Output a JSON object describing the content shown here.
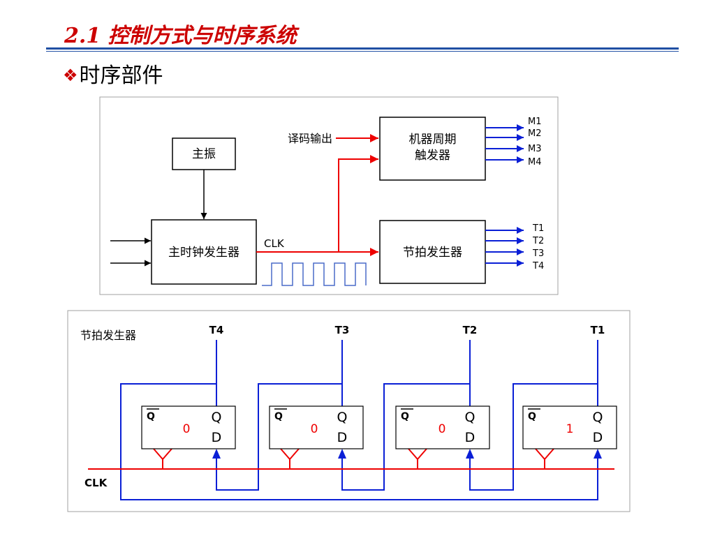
{
  "header": {
    "title": "2.1 控制方式与时序系统",
    "subtitle_bullet": "❖",
    "subtitle": "时序部件"
  },
  "upper_diagram": {
    "oscillator": "主振",
    "main_clock_gen": "主时钟发生器",
    "clk_label": "CLK",
    "decode_output": "译码输出",
    "machine_cycle_line1": "机器周期",
    "machine_cycle_line2": "触发器",
    "beat_gen": "节拍发生器",
    "m_outputs": [
      "M1",
      "M2",
      "M3",
      "M4"
    ],
    "t_outputs": [
      "T1",
      "T2",
      "T3",
      "T4"
    ]
  },
  "lower_diagram": {
    "label": "节拍发生器",
    "clk_label": "CLK",
    "taps": [
      "T4",
      "T3",
      "T2",
      "T1"
    ],
    "flipflops": [
      {
        "qbar": "Q",
        "q": "Q",
        "d": "D",
        "state": "0"
      },
      {
        "qbar": "Q",
        "q": "Q",
        "d": "D",
        "state": "0"
      },
      {
        "qbar": "Q",
        "q": "Q",
        "d": "D",
        "state": "0"
      },
      {
        "qbar": "Q",
        "q": "Q",
        "d": "D",
        "state": "1"
      }
    ]
  },
  "colors": {
    "title": "#cc0000",
    "rule": "#1f4fa3",
    "signal_red": "#ee0000",
    "signal_blue": "#0a1fd6",
    "waveform": "#4a6cc8"
  }
}
